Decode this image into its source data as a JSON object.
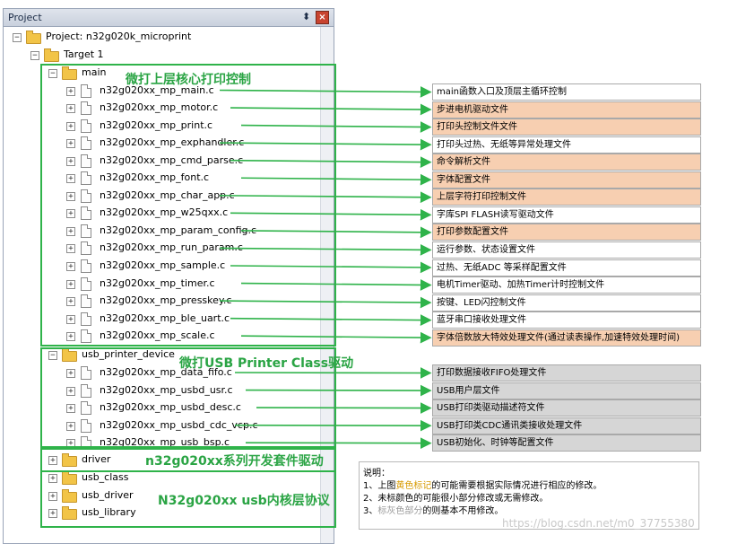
{
  "panel": {
    "title": "Project",
    "pin_glyph": "⬍",
    "close_glyph": "×"
  },
  "tree": {
    "project_label": "Project: n32g020k_microprint",
    "target_label": "Target 1",
    "main_folder": "main",
    "main_files": [
      "n32g020xx_mp_main.c",
      "n32g020xx_mp_motor.c",
      "n32g020xx_mp_print.c",
      "n32g020xx_mp_exphandler.c",
      "n32g020xx_mp_cmd_parse.c",
      "n32g020xx_mp_font.c",
      "n32g020xx_mp_char_app.c",
      "n32g020xx_mp_w25qxx.c",
      "n32g020xx_mp_param_config.c",
      "n32g020xx_mp_run_param.c",
      "n32g020xx_mp_sample.c",
      "n32g020xx_mp_timer.c",
      "n32g020xx_mp_presskey.c",
      "n32g020xx_mp_ble_uart.c",
      "n32g020xx_mp_scale.c"
    ],
    "usb_folder": "usb_printer_device",
    "usb_files": [
      "n32g020xx_mp_data_fifo.c",
      "n32g020xx_mp_usbd_usr.c",
      "n32g020xx_mp_usbd_desc.c",
      "n32g020xx_mp_usbd_cdc_vcp.c",
      "n32g020xx_mp_usb_bsp.c"
    ],
    "driver_folder": "driver",
    "lib_folders": [
      "usb_class",
      "usb_driver",
      "usb_library"
    ]
  },
  "annotations": {
    "main_title": "微打上层核心打印控制",
    "usb_title": "微打USB Printer Class驱动",
    "driver_title": "n32g020xx系列开发套件驱动",
    "lib_title": "N32g020xx usb内核层协议"
  },
  "descriptions": {
    "main": [
      {
        "text": "main函数入口及顶层主循环控制",
        "style": "white"
      },
      {
        "text": "步进电机驱动文件",
        "style": "orange"
      },
      {
        "text": "打印头控制文件文件",
        "style": "orange"
      },
      {
        "text": "打印头过热、无纸等异常处理文件",
        "style": "white"
      },
      {
        "text": "命令解析文件",
        "style": "orange"
      },
      {
        "text": "字体配置文件",
        "style": "orange"
      },
      {
        "text": "上层字符打印控制文件",
        "style": "orange"
      },
      {
        "text": "字库SPI FLASH读写驱动文件",
        "style": "white"
      },
      {
        "text": "打印参数配置文件",
        "style": "orange"
      },
      {
        "text": "运行参数、状态设置文件",
        "style": "white"
      },
      {
        "text": "过热、无纸ADC 等采样配置文件",
        "style": "white"
      },
      {
        "text": "电机Timer驱动、加热Timer计时控制文件",
        "style": "white"
      },
      {
        "text": "按键、LED闪控制文件",
        "style": "white"
      },
      {
        "text": "蓝牙串口接收处理文件",
        "style": "white"
      },
      {
        "text": "字体倍数放大特效处理文件(通过读表操作,加速特效处理时间)",
        "style": "orange"
      }
    ],
    "usb": [
      {
        "text": "打印数据接收FIFO处理文件",
        "style": "gray"
      },
      {
        "text": "USB用户层文件",
        "style": "gray"
      },
      {
        "text": "USB打印类驱动描述符文件",
        "style": "gray"
      },
      {
        "text": "USB打印类CDC通讯类接收处理文件",
        "style": "gray"
      },
      {
        "text": "USB初始化、时钟等配置文件",
        "style": "gray"
      }
    ]
  },
  "note": {
    "heading": "说明：",
    "line1_a": "1、上图",
    "line1_b": "黄色标记",
    "line1_c": "的可能需要根据实际情况进行相应的修改。",
    "line2": "2、未标颜色的可能很小部分修改或无需修改。",
    "line3_a": "3、",
    "line3_b": "标灰色部分",
    "line3_c": "的则基本不用修改。"
  },
  "watermark": "https://blog.csdn.net/m0_37755380",
  "colors": {
    "accent_green": "#2fb34a",
    "orange_fill": "#f7cfb1",
    "gray_fill": "#d6d6d6"
  }
}
